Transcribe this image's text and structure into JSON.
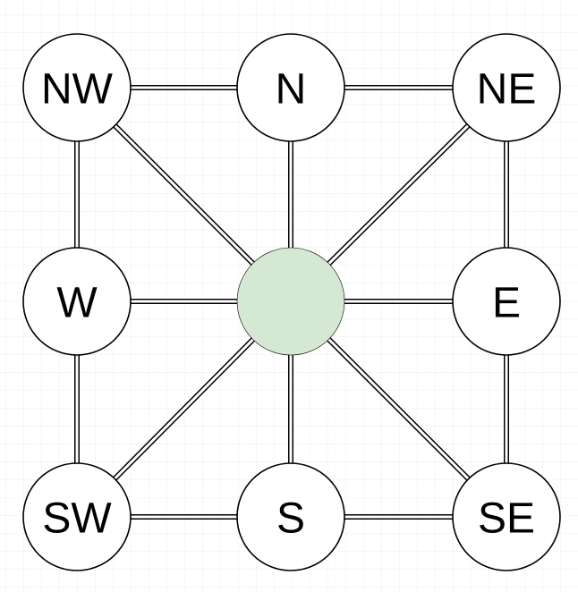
{
  "diagram": {
    "nodes": [
      {
        "id": "nw",
        "label": "NW"
      },
      {
        "id": "n",
        "label": "N"
      },
      {
        "id": "ne",
        "label": "NE"
      },
      {
        "id": "w",
        "label": "W"
      },
      {
        "id": "center",
        "label": ""
      },
      {
        "id": "e",
        "label": "E"
      },
      {
        "id": "sw",
        "label": "SW"
      },
      {
        "id": "s",
        "label": "S"
      },
      {
        "id": "se",
        "label": "SE"
      }
    ],
    "edges": [
      [
        "nw",
        "n"
      ],
      [
        "n",
        "ne"
      ],
      [
        "w",
        "center"
      ],
      [
        "center",
        "e"
      ],
      [
        "sw",
        "s"
      ],
      [
        "s",
        "se"
      ],
      [
        "nw",
        "w"
      ],
      [
        "w",
        "sw"
      ],
      [
        "n",
        "center"
      ],
      [
        "center",
        "s"
      ],
      [
        "ne",
        "e"
      ],
      [
        "e",
        "se"
      ],
      [
        "nw",
        "center"
      ],
      [
        "ne",
        "center"
      ],
      [
        "sw",
        "center"
      ],
      [
        "se",
        "center"
      ]
    ],
    "colors": {
      "node_fill": "#ffffff",
      "center_fill": "#d5e8d4",
      "stroke": "#000000",
      "grid": "#e9e9e9"
    }
  }
}
